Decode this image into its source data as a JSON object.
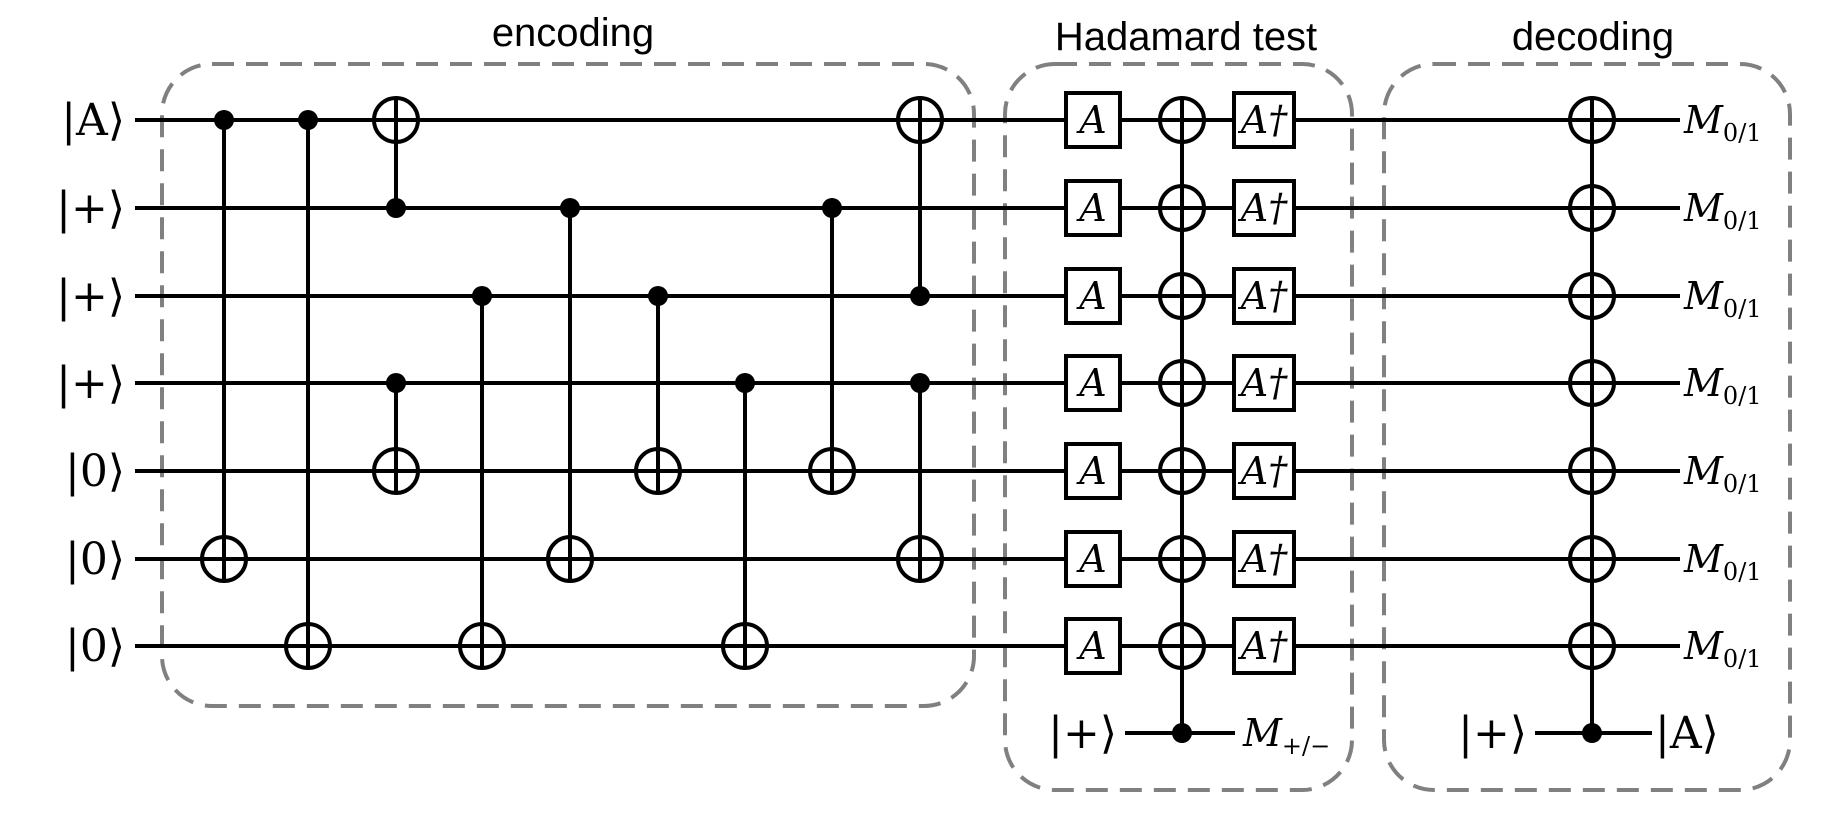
{
  "regions": {
    "encoding": "encoding",
    "hadamard": "Hadamard test",
    "decoding": "decoding"
  },
  "input_kets": [
    "|A⟩",
    "|+⟩",
    "|+⟩",
    "|+⟩",
    "|0⟩",
    "|0⟩",
    "|0⟩"
  ],
  "hadamard_ancilla_ket": "|+⟩",
  "hadamard_measure": {
    "symbol": "M",
    "sub": "+/−"
  },
  "decoding_ancilla_ket": "|+⟩",
  "decoding_output_ket": "|A⟩",
  "gate_A": "A",
  "gate_Adag": "A†",
  "outputs": [
    {
      "symbol": "M",
      "sub": "0/1"
    },
    {
      "symbol": "M",
      "sub": "0/1"
    },
    {
      "symbol": "M",
      "sub": "0/1"
    },
    {
      "symbol": "M",
      "sub": "0/1"
    },
    {
      "symbol": "M",
      "sub": "0/1"
    },
    {
      "symbol": "M",
      "sub": "0/1"
    },
    {
      "symbol": "M",
      "sub": "0/1"
    }
  ],
  "encoding_gates": [
    {
      "control": 0,
      "target": 5
    },
    {
      "control": 0,
      "target": 6
    },
    {
      "control": 1,
      "target": 0
    },
    {
      "control": 3,
      "target": 4
    },
    {
      "control": 2,
      "target": 6
    },
    {
      "control": 1,
      "target": 5
    },
    {
      "control": 2,
      "target": 4
    },
    {
      "control": 3,
      "target": 6
    },
    {
      "control": 1,
      "target": 4
    },
    {
      "control": 2,
      "target": 0
    },
    {
      "control": 3,
      "target": 5
    }
  ]
}
